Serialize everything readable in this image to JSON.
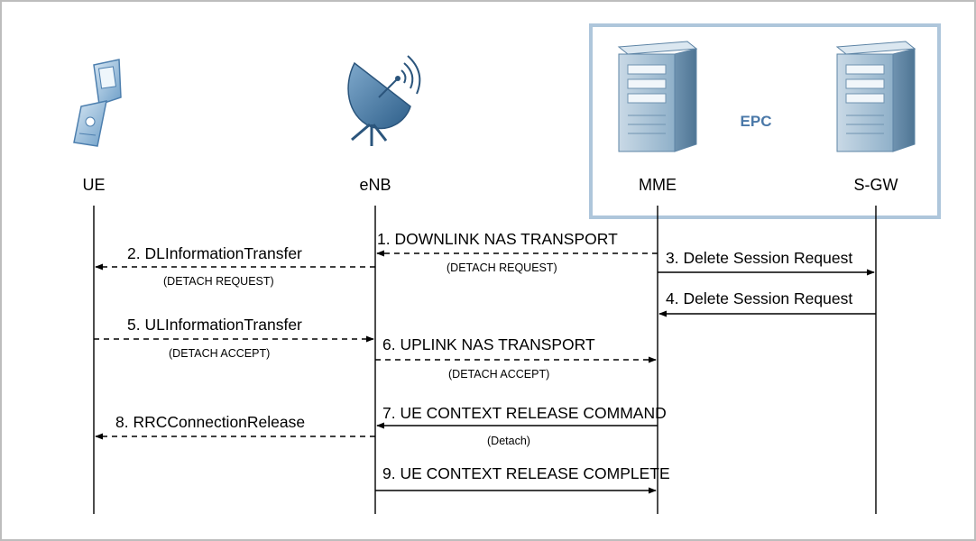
{
  "epc_label": "EPC",
  "entities": {
    "ue": "UE",
    "enb": "eNB",
    "mme": "MME",
    "sgw": "S-GW"
  },
  "messages": [
    {
      "label": "1. DOWNLINK NAS TRANSPORT",
      "sub": "(DETACH REQUEST)",
      "from": "mme",
      "to": "enb",
      "style": "dashed"
    },
    {
      "label": "2. DLInformationTransfer",
      "sub": "(DETACH REQUEST)",
      "from": "enb",
      "to": "ue",
      "style": "dashed"
    },
    {
      "label": "3. Delete Session Request",
      "sub": "",
      "from": "mme",
      "to": "sgw",
      "style": "solid"
    },
    {
      "label": "4. Delete Session Request",
      "sub": "",
      "from": "sgw",
      "to": "mme",
      "style": "solid"
    },
    {
      "label": "5. ULInformationTransfer",
      "sub": "(DETACH ACCEPT)",
      "from": "ue",
      "to": "enb",
      "style": "dashed"
    },
    {
      "label": "6. UPLINK NAS TRANSPORT",
      "sub": "(DETACH ACCEPT)",
      "from": "enb",
      "to": "mme",
      "style": "dashed"
    },
    {
      "label": "7. UE CONTEXT RELEASE COMMAND",
      "sub": "(Detach)",
      "from": "mme",
      "to": "enb",
      "style": "solid"
    },
    {
      "label": "8. RRCConnectionRelease",
      "sub": "",
      "from": "enb",
      "to": "ue",
      "style": "dashed"
    },
    {
      "label": "9. UE CONTEXT RELEASE COMPLETE",
      "sub": "",
      "from": "enb",
      "to": "mme",
      "style": "solid"
    }
  ]
}
